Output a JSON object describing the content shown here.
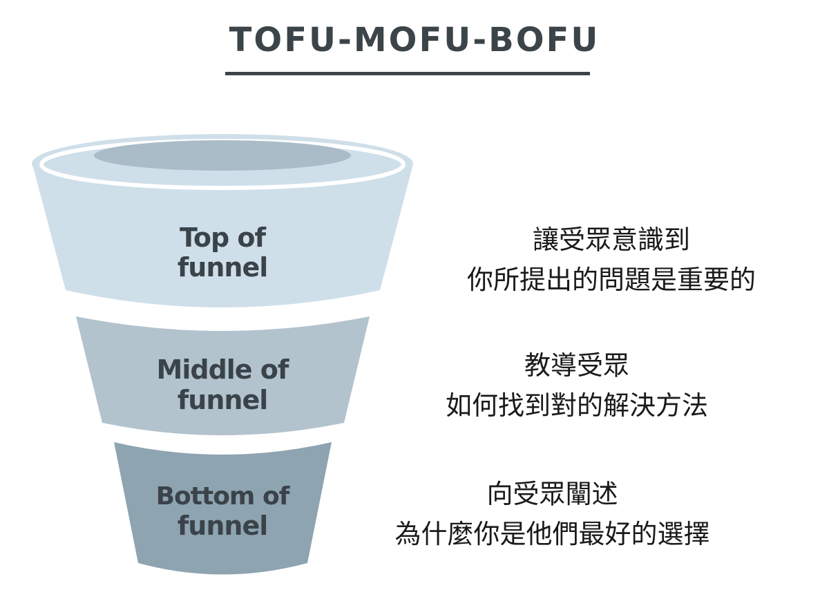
{
  "title": "TOFU-MOFU-BOFU",
  "stages": [
    {
      "label_line1": "Top of",
      "label_line2": "funnel",
      "desc_line1": "讓受眾意識到",
      "desc_line2": "你所提出的問題是重要的",
      "color": "#cfdfe9"
    },
    {
      "label_line1": "Middle of",
      "label_line2": "funnel",
      "desc_line1": "教導受眾",
      "desc_line2": "如何找到對的解決方法",
      "color": "#b2c3ce"
    },
    {
      "label_line1": "Bottom of",
      "label_line2": "funnel",
      "desc_line1": "向受眾闡述",
      "desc_line2": "為什麼你是他們最好的選擇",
      "color": "#8fa4b1"
    }
  ],
  "colors": {
    "title": "#3b4449",
    "rim_inner": "#a9bcc8",
    "label_text": "#3a4349"
  }
}
